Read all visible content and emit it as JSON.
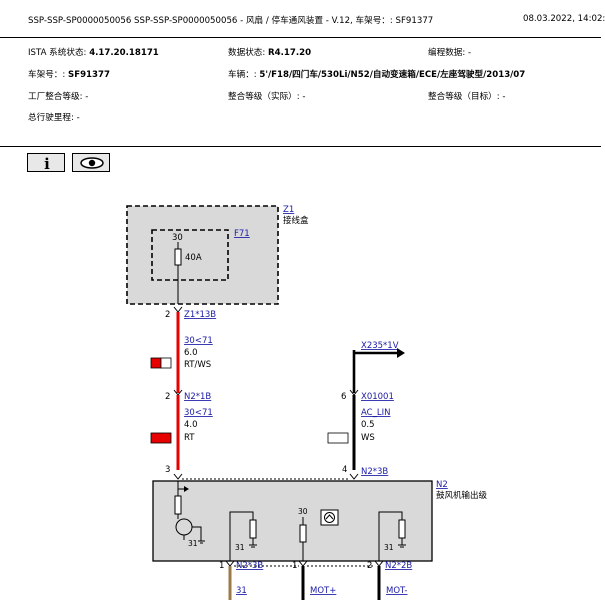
{
  "header": {
    "title": "SSP-SSP-SP0000050056 SSP-SSP-SP0000050056 - 风扇 / 停车通风装置 - V.12, 车架号：: SF91377",
    "datetime": "08.03.2022, 14:02:"
  },
  "info": {
    "ista_label": "ISTA 系统状态:",
    "ista_value": "4.17.20.18171",
    "data_label": "数据状态:",
    "data_value": "R4.17.20",
    "prog_label": "编程数据: -",
    "vin_label": "车架号：:",
    "vin_value": "SF91377",
    "vehicle_label": "车辆：:",
    "vehicle_value": "5'/F18/四门车/530Li/N52/自动变速箱/ECE/左座驾驶型/2013/07",
    "factory_label": "工厂整合等级: -",
    "actual_label": "整合等级（实际）: -",
    "target_label": "整合等级（目标）: -",
    "mileage_label": "总行驶里程: -"
  },
  "toolbar": {
    "info_icon": "info-icon",
    "eye_icon": "eye-icon"
  },
  "diagram": {
    "z1_id": "Z1",
    "z1_name": "接线盒",
    "f71_id": "F71",
    "f71_pin": "30",
    "f71_rating": "40A",
    "z1_pin_no": "2",
    "z1_connector": "Z1*13B",
    "wire1_circuit": "30<71",
    "wire1_gauge": "6.0",
    "wire1_color": "RT/WS",
    "n2b_pin_no": "2",
    "n2b_connector": "N2*1B",
    "wire2_circuit": "30<71",
    "wire2_gauge": "4.0",
    "wire2_color": "RT",
    "x235_connector": "X235*1V",
    "x01001_pin_no": "6",
    "x01001_connector": "X01001",
    "wire3_circuit": "AC_LIN",
    "wire3_gauge": "0.5",
    "wire3_color": "WS",
    "n2_pin_3": "3",
    "n2_pin_4": "4",
    "n2_top_connector": "N2*3B",
    "n2_id": "N2",
    "n2_name": "鼓风机输出级",
    "gnd1": "31",
    "gnd2": "31",
    "gnd3": "31",
    "term30": "30",
    "bot_pin1": "1",
    "bot_connector1": "N2*3B",
    "bot_pin2": "1",
    "bot_pin3": "2",
    "bot_connector3": "N2*2B",
    "bot_wire1": "31",
    "bot_wire2": "MOT+",
    "bot_wire3": "MOT-",
    "colors": {
      "red_wire": "#e60000",
      "black_wire": "#000000",
      "brown_wire": "#9b7a4a",
      "box_fill": "#d9d9d9",
      "link": "#1a1aa6"
    }
  }
}
